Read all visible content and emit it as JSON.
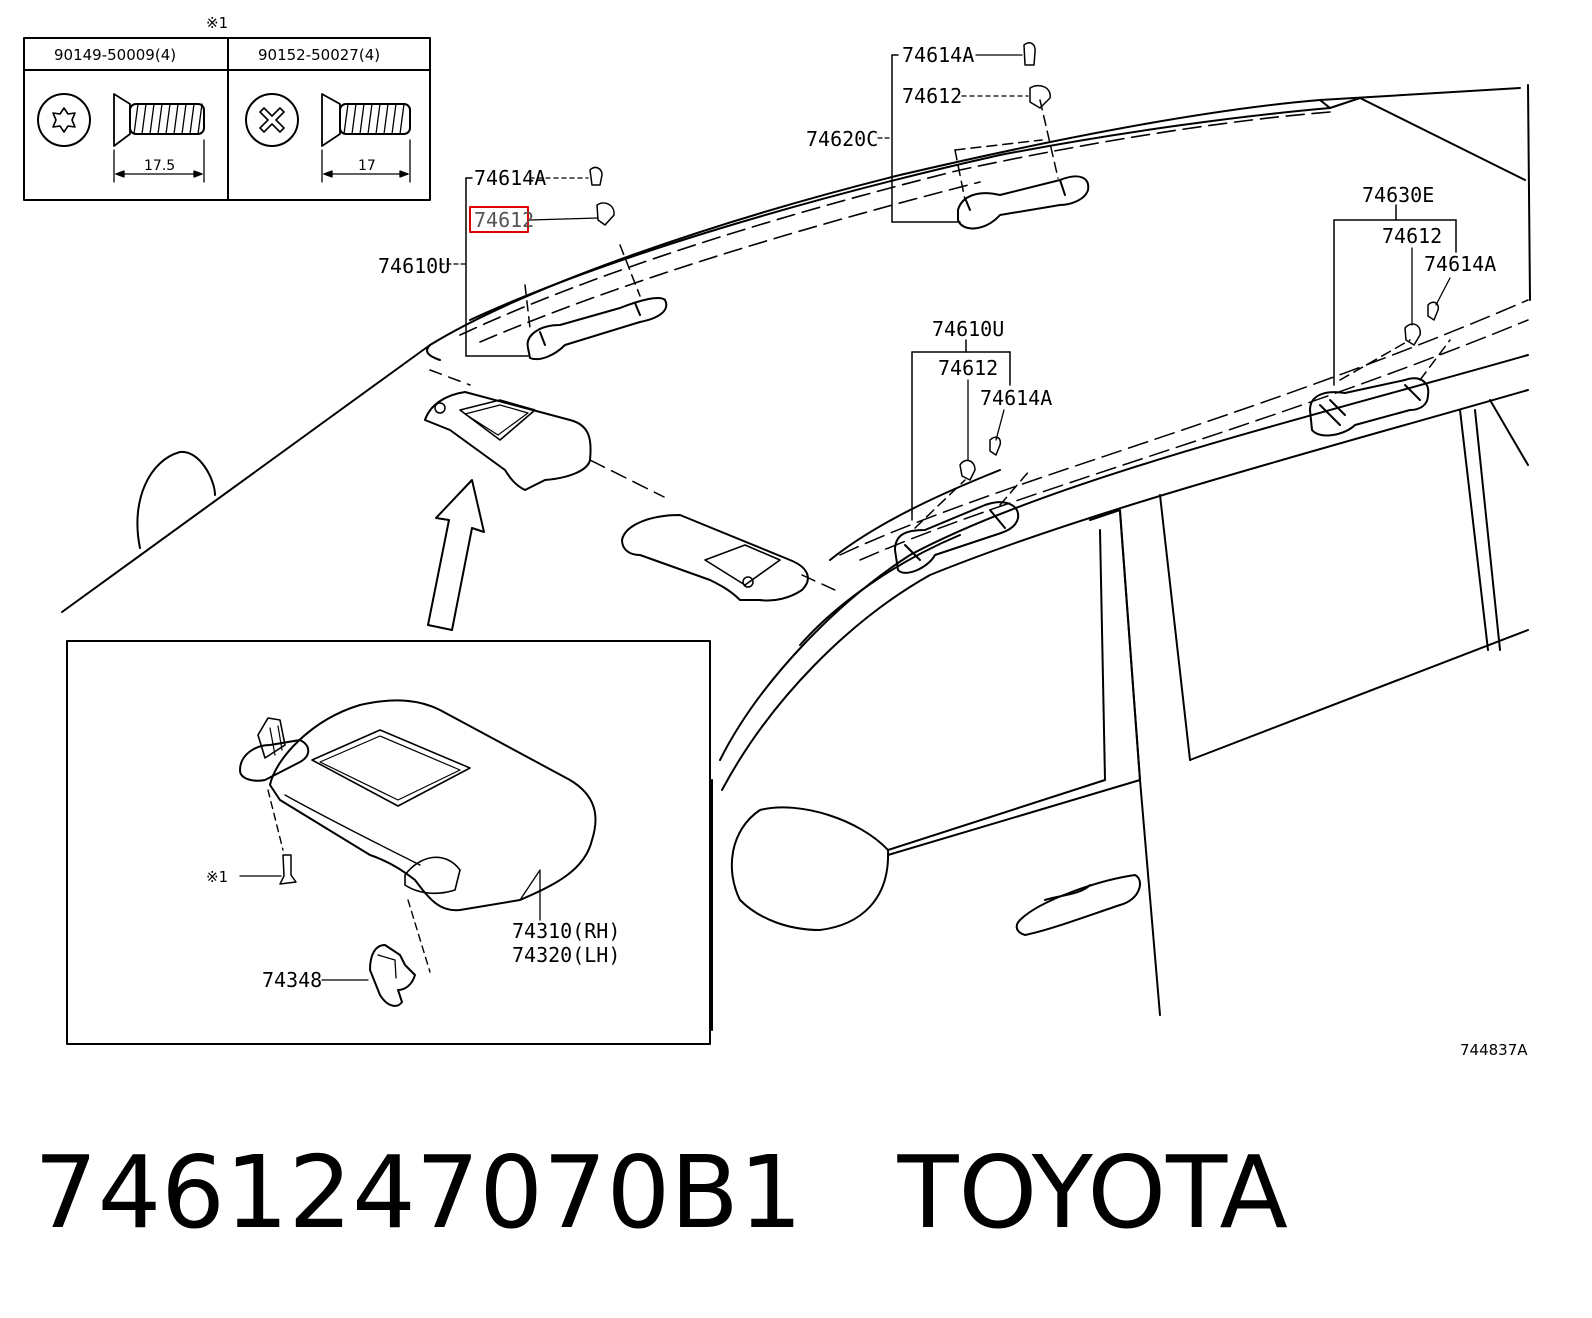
{
  "fasteners": {
    "note_mark": "※1",
    "items": [
      {
        "part": "90149-50009(4)",
        "length": "17.5"
      },
      {
        "part": "90152-50027(4)",
        "length": "17"
      }
    ]
  },
  "labels": {
    "a_74614A": "74614A",
    "a_74612": "74612",
    "a_74620C": "74620C",
    "b_74614A": "74614A",
    "b_74612": "74612",
    "b_74610U": "74610U",
    "c_74630E": "74630E",
    "c_74612": "74612",
    "c_74614A": "74614A",
    "d_74610U": "74610U",
    "d_74612": "74612",
    "d_74614A": "74614A",
    "note_ref": "※1",
    "visor_rh": "74310(RH)",
    "visor_lh": "74320(LH)",
    "holder": "74348"
  },
  "diagram_code": "744837A",
  "footer": {
    "part_number": "7461247070B1",
    "brand": "TOYOTA"
  }
}
